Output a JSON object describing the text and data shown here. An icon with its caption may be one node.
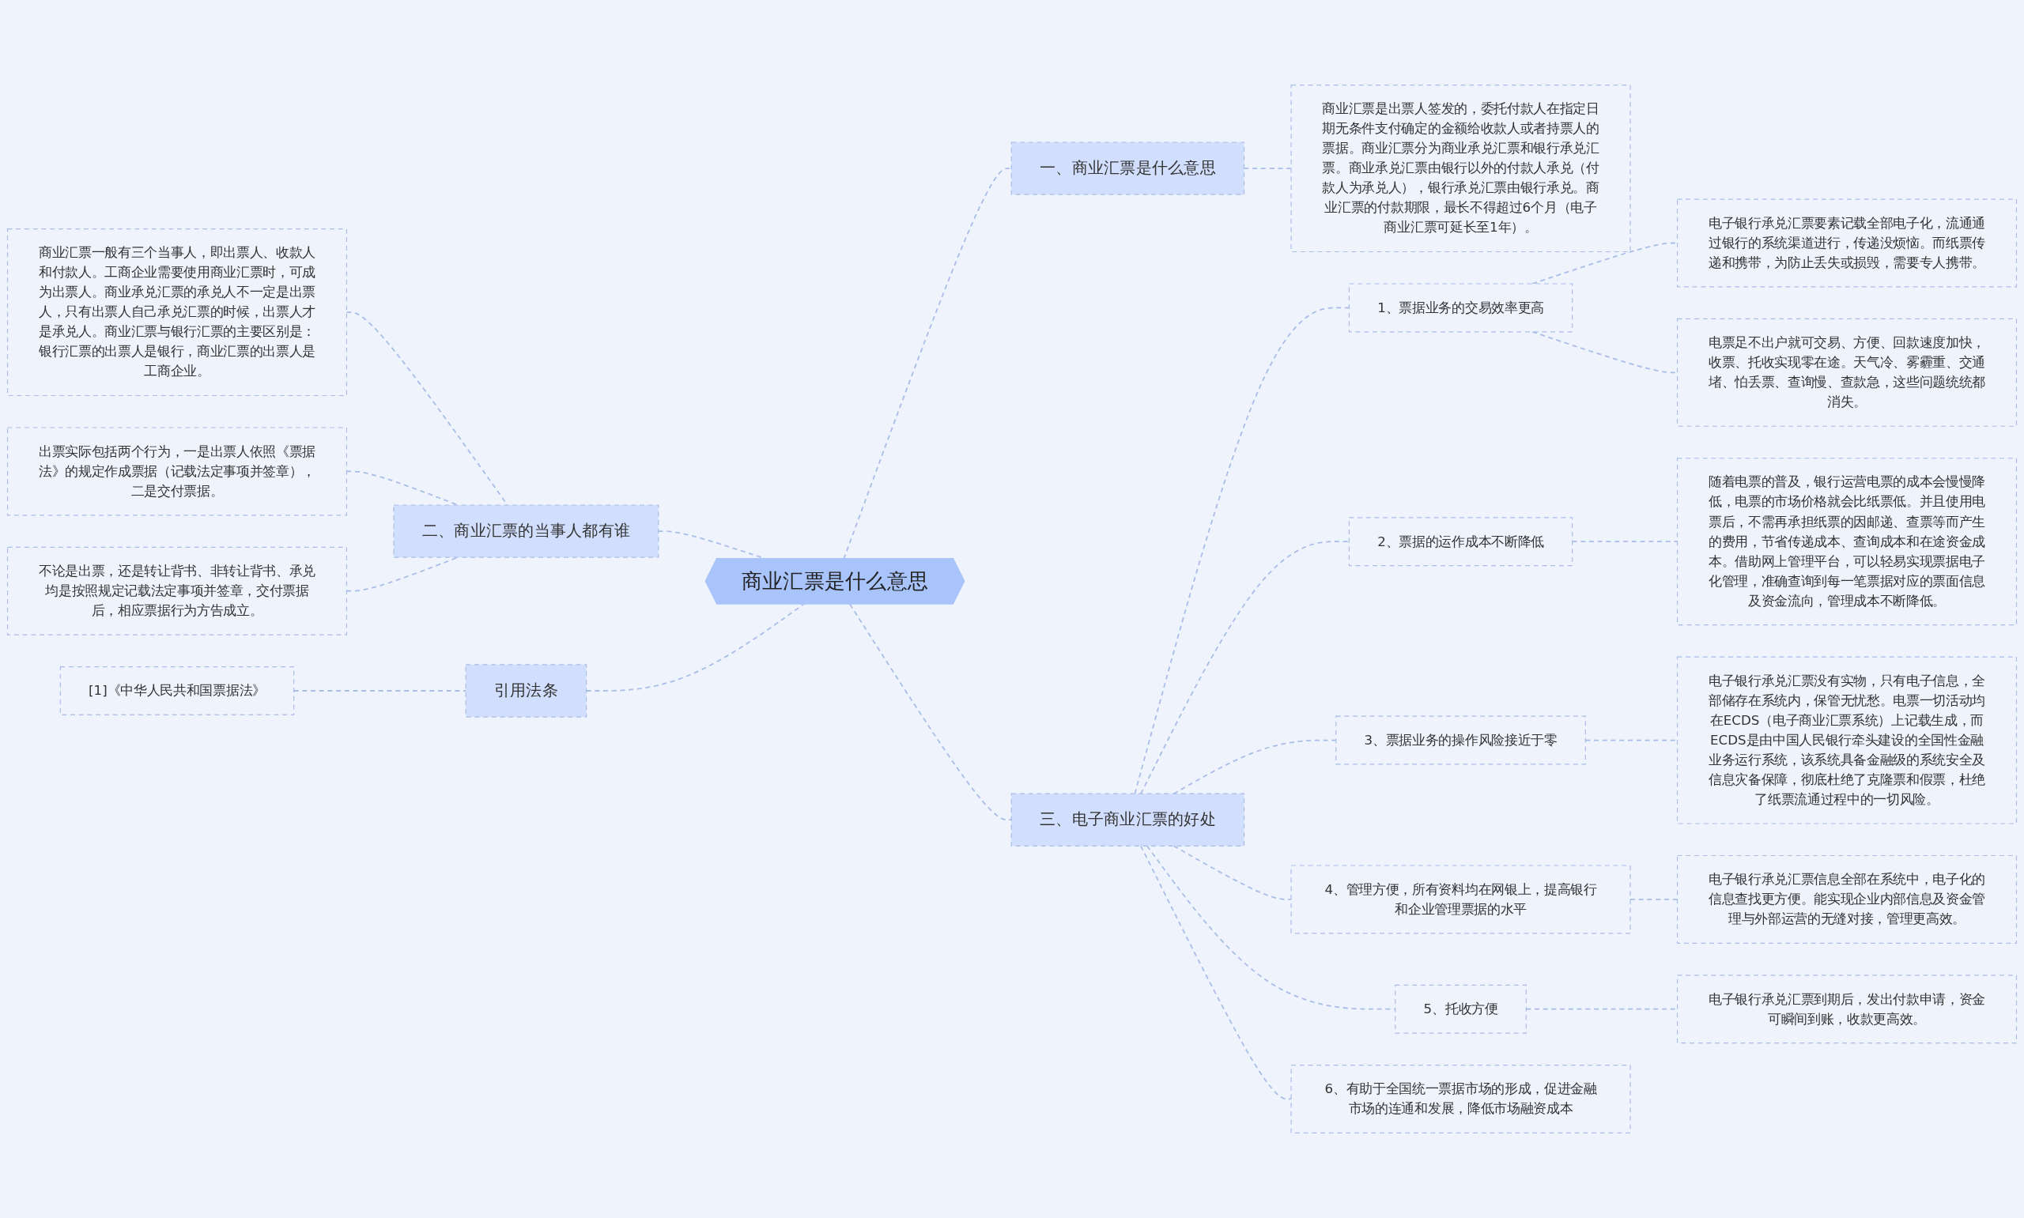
{
  "diagram": {
    "nodes": [
      {
        "text": [
          "商业汇票是什么意思"
        ]
      },
      {
        "text": [
          "一、商业汇票是什么意思"
        ]
      },
      {
        "text": [
          "商业汇票是出票人签发的，委托付款人在指定日期无条件支付确定的金额给收款人或者持票人的票据。商业汇票分为商业承兑汇票和银行承兑汇票。商业承兑汇票由银行以外的付款人承兑（付款人为承兑人），银行承兑汇票由银行承兑。商业汇票的付款期限，最长不得超过6个月（电子商业汇票可延长至1年）。"
        ]
      },
      {
        "text": [
          "二、商业汇票的当事人都有谁"
        ]
      },
      {
        "text": [
          "商业汇票一般有三个当事人，即出票人、收款人和付款人。工商企业需要使用商业汇票时，可成为出票人。商业承兑汇票的承兑人不一定是出票人，只有出票人自己承兑汇票的时候，出票人才是承兑人。商业汇票与银行汇票的主要区别是：银行汇票的出票人是银行，商业汇票的出票人是工商企业。"
        ]
      },
      {
        "text": [
          "出票实际包括两个行为，一是出票人依照《票据法》的规定作成票据（记载法定事项并签章），二是交付票据。"
        ]
      },
      {
        "text": [
          "不论是出票，还是转让背书、非转让背书、承兑均是按照规定记载法定事项并签章，交付票据后，相应票据行为方告成立。"
        ]
      },
      {
        "text": [
          "引用法条"
        ]
      },
      {
        "text": [
          "[1]《中华人民共和国票据法》"
        ]
      },
      {
        "text": [
          "三、电子商业汇票的好处"
        ]
      },
      {
        "text": [
          "1、票据业务的交易效率更高"
        ]
      },
      {
        "text": [
          "电子银行承兑汇票要素记载全部电子化，流通通过银行的系统渠道进行，传递没烦恼。而纸票传递和携带，为防止丢失或损毁，需要专人携带。"
        ]
      },
      {
        "text": [
          "电票足不出户就可交易、方便、回款速度加快，收票、托收实现零在途。天气冷、雾霾重、交通堵、怕丢票、查询慢、查款急，这些问题统统都消失。"
        ]
      },
      {
        "text": [
          "2、票据的运作成本不断降低"
        ]
      },
      {
        "text": [
          "随着电票的普及，银行运营电票的成本会慢慢降低，电票的市场价格就会比纸票低。并且使用电票后，不需再承担纸票的因邮递、查票等而产生的费用，节省传递成本、查询成本和在途资金成本。借助网上管理平台，可以轻易实现票据电子化管理，准确查询到每一笔票据对应的票面信息及资金流向，管理成本不断降低。"
        ]
      },
      {
        "text": [
          "3、票据业务的操作风险接近于零"
        ]
      },
      {
        "text": [
          "电子银行承兑汇票没有实物，只有电子信息，全部储存在系统内，保管无忧愁。电票一切活动均在ECDS（电子商业汇票系统）上记载生成，而ECDS是由中国人民银行牵头建设的全国性金融业务运行系统，该系统具备金融级的系统安全及信息灾备保障，彻底杜绝了克隆票和假票，杜绝了纸票流通过程中的一切风险。"
        ]
      },
      {
        "text": [
          "4、管理方便，所有资料均在网银上，提高银行和企业管理票据的水平"
        ]
      },
      {
        "text": [
          "电子银行承兑汇票信息全部在系统中，电子化的信息查找更方便。能实现企业内部信息及资金管理与外部运营的无缝对接，管理更高效。"
        ]
      },
      {
        "text": [
          "5、托收方便"
        ]
      },
      {
        "text": [
          "电子银行承兑汇票到期后，发出付款申请，资金可瞬间到账，收款更高效。"
        ]
      },
      {
        "text": [
          "6、有助于全国统一票据市场的形成，促进金融市场的连通和发展，降低市场融资成本"
        ]
      }
    ],
    "edges": [
      {
        "from": 0,
        "to": 1,
        "arrow": "none",
        "style": "dashed"
      },
      {
        "from": 1,
        "to": 2,
        "arrow": "none",
        "style": "dashed"
      },
      {
        "from": 3,
        "to": 0,
        "arrow": "none",
        "style": "dashed"
      },
      {
        "from": 4,
        "to": 3,
        "arrow": "none",
        "style": "dashed"
      },
      {
        "from": 5,
        "to": 3,
        "arrow": "none",
        "style": "dashed"
      },
      {
        "from": 6,
        "to": 3,
        "arrow": "none",
        "style": "dashed"
      },
      {
        "from": 7,
        "to": 0,
        "arrow": "none",
        "style": "dashed"
      },
      {
        "from": 8,
        "to": 7,
        "arrow": "none",
        "style": "dashed"
      },
      {
        "from": 0,
        "to": 9,
        "arrow": "none",
        "style": "dashed"
      },
      {
        "from": 9,
        "to": 10,
        "arrow": "none",
        "style": "dashed"
      },
      {
        "from": 10,
        "to": 11,
        "arrow": "none",
        "style": "dashed"
      },
      {
        "from": 10,
        "to": 12,
        "arrow": "none",
        "style": "dashed"
      },
      {
        "from": 9,
        "to": 13,
        "arrow": "none",
        "style": "dashed"
      },
      {
        "from": 13,
        "to": 14,
        "arrow": "none",
        "style": "dashed"
      },
      {
        "from": 9,
        "to": 15,
        "arrow": "none",
        "style": "dashed"
      },
      {
        "from": 15,
        "to": 16,
        "arrow": "none",
        "style": "dashed"
      },
      {
        "from": 9,
        "to": 17,
        "arrow": "none",
        "style": "dashed"
      },
      {
        "from": 17,
        "to": 18,
        "arrow": "none",
        "style": "dashed"
      },
      {
        "from": 9,
        "to": 19,
        "arrow": "none",
        "style": "dashed"
      },
      {
        "from": 19,
        "to": 20,
        "arrow": "none",
        "style": "dashed"
      },
      {
        "from": 9,
        "to": 21,
        "arrow": "none",
        "style": "dashed"
      }
    ]
  }
}
